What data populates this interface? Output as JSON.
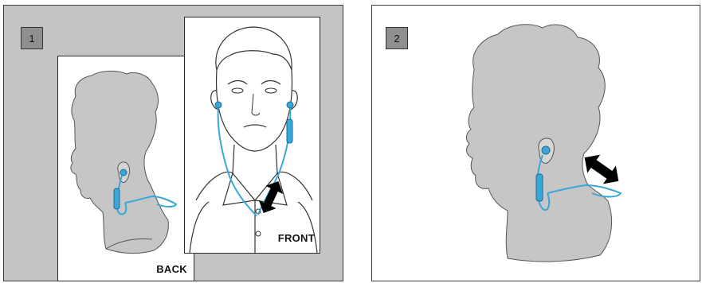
{
  "panel1": {
    "step": "1",
    "back_label": "BACK",
    "front_label": "FRONT"
  },
  "panel2": {
    "step": "2"
  },
  "colors": {
    "cable": "#3aa7d8",
    "head": "#c6c6c6",
    "panel_bg": "#c4c4c4",
    "arrow": "#000000"
  },
  "icons": [
    "head-profile-back-icon",
    "head-front-icon",
    "head-profile-icon",
    "double-arrow-icon",
    "earphone-icon"
  ]
}
